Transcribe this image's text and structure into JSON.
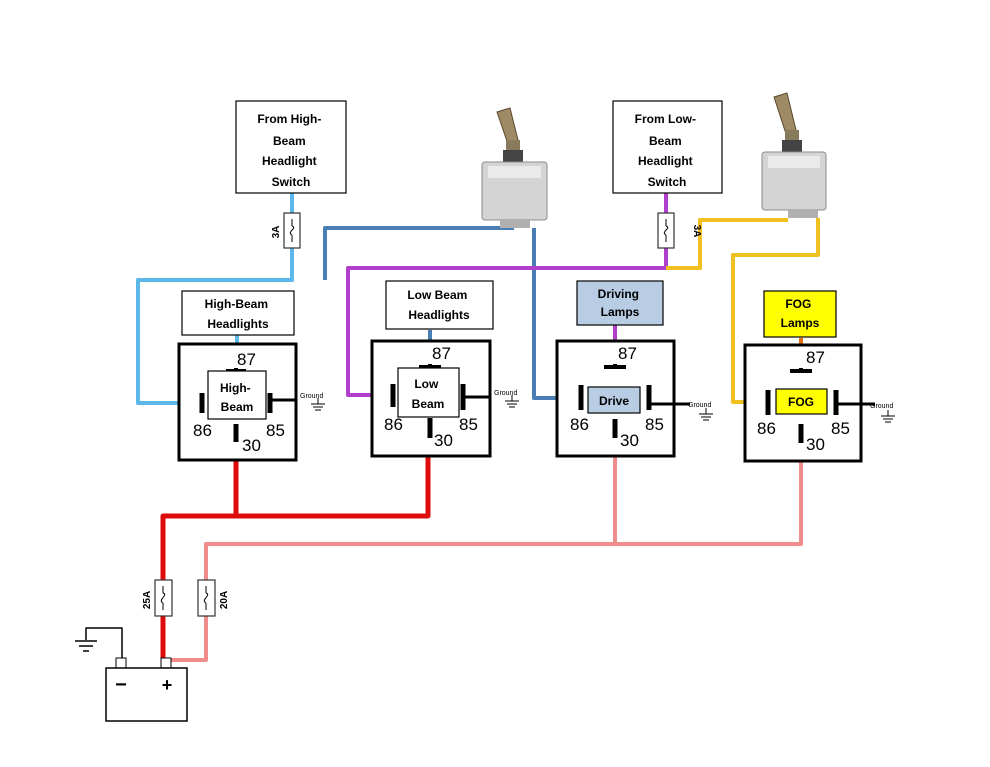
{
  "labels": {
    "high_beam_switch": [
      "From High-",
      "Beam",
      "Headlight",
      "Switch"
    ],
    "low_beam_switch": [
      "From Low-",
      "Beam",
      "Headlight",
      "Switch"
    ],
    "high_beam_headlights": [
      "High-Beam",
      "Headlights"
    ],
    "low_beam_headlights": [
      "Low Beam",
      "Headlights"
    ],
    "driving_lamps": [
      "Driving",
      "Lamps"
    ],
    "fog_lamps": [
      "FOG",
      "Lamps"
    ]
  },
  "relays": [
    {
      "name": "High-Beam relay",
      "center": [
        "High-",
        "Beam"
      ],
      "fill": "#ffffff"
    },
    {
      "name": "Low Beam relay",
      "center": [
        "Low",
        "Beam"
      ],
      "fill": "#ffffff"
    },
    {
      "name": "Drive relay",
      "center": [
        "Drive"
      ],
      "fill": "#b8cce4"
    },
    {
      "name": "FOG relay",
      "center": [
        "FOG"
      ],
      "fill": "#ffff00"
    }
  ],
  "pins": {
    "p87": "87",
    "p86": "86",
    "p85": "85",
    "p30": "30"
  },
  "ground_text": "Ground",
  "fuses": {
    "switch_high": "3A",
    "switch_low": "3A",
    "battery_main": "25A",
    "battery_lamps": "20A"
  },
  "battery": {
    "neg": "−",
    "pos": "+"
  },
  "colors": {
    "light_blue": "#5bb8e8",
    "steel_blue": "#4a7fb5",
    "purple": "#b03fcc",
    "yellow": "#f0c020",
    "red": "#dd0d0d",
    "pink": "#f08c8c",
    "orange": "#e07010",
    "drive_box": "#b8cce4",
    "fog_box": "#ffff00"
  }
}
